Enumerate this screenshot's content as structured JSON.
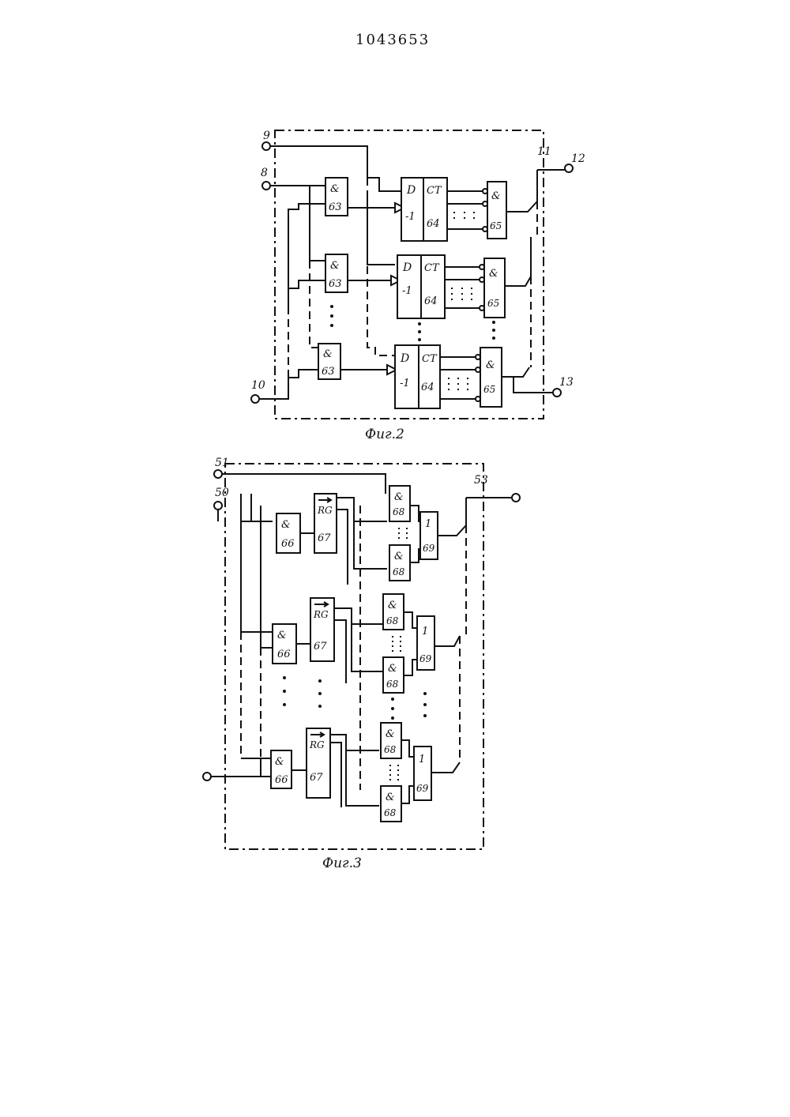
{
  "document_number": "1043653",
  "fig2": {
    "caption": "Фиг.2",
    "label_unit": "11",
    "terminals": {
      "t9": "9",
      "t8": "8",
      "t10": "10",
      "t12": "12",
      "t13": "13"
    },
    "and_gate": {
      "symbol": "&",
      "number": "63"
    },
    "counter": {
      "d_label": "D",
      "ct_label": "CT",
      "minus_label": "-1",
      "number": "64"
    },
    "output_and": {
      "symbol": "&",
      "number": "65"
    }
  },
  "fig3": {
    "caption": "Фиг.3",
    "label_unit": "53",
    "terminals": {
      "t51": "51",
      "t50": "50"
    },
    "and_gate": {
      "symbol": "&",
      "number": "66"
    },
    "register": {
      "symbol": "RG",
      "number": "67"
    },
    "select_and": {
      "symbol": "&",
      "number": "68"
    },
    "or_gate": {
      "symbol": "1",
      "number": "69"
    }
  }
}
